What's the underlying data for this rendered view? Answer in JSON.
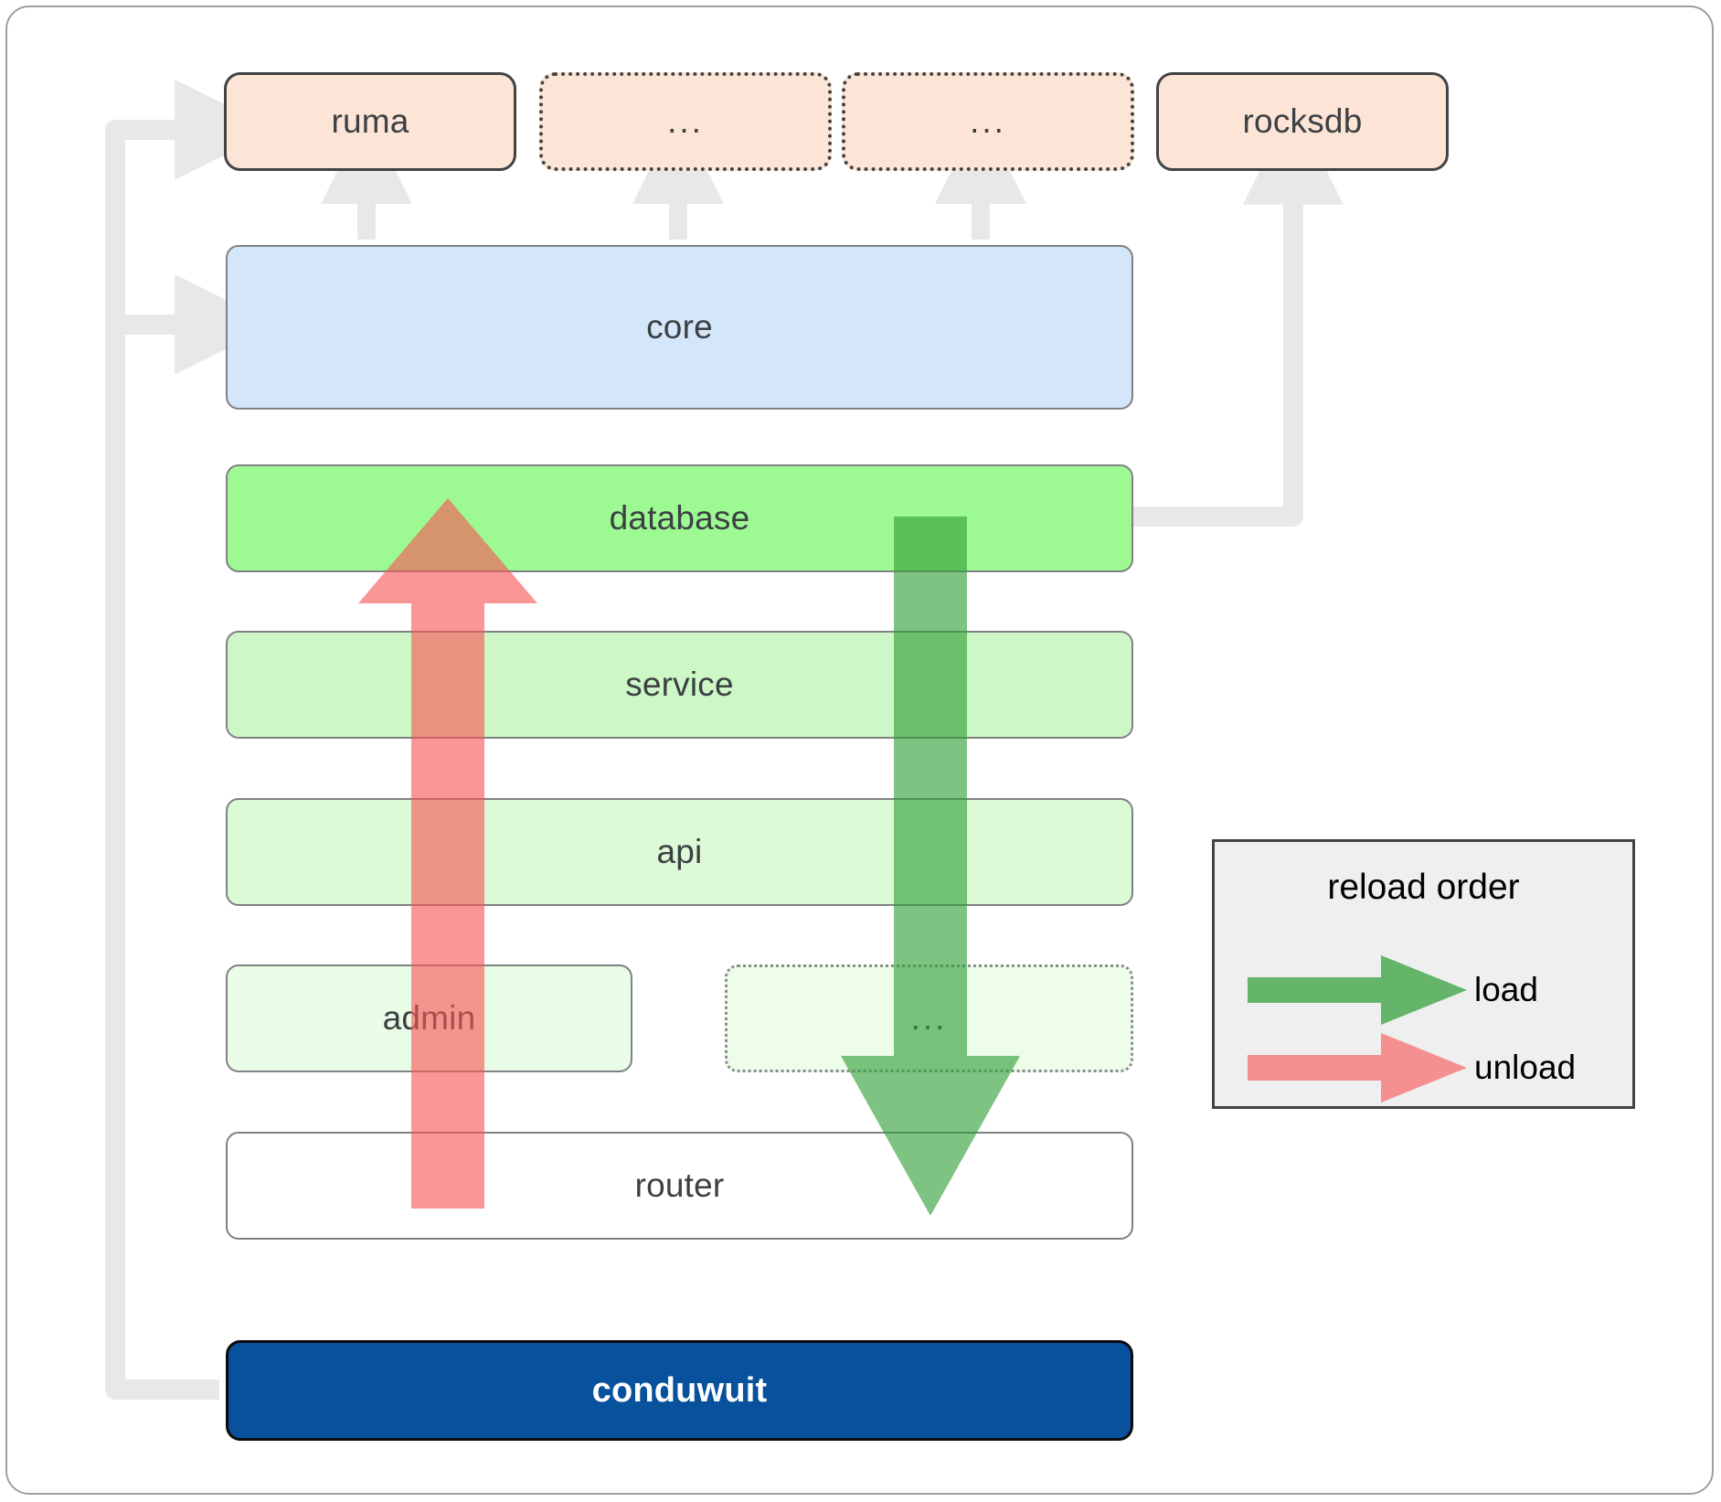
{
  "diagram": {
    "title": "conduwuit crate architecture / reload order",
    "type": "layered-architecture"
  },
  "dependencies": [
    {
      "id": "ruma",
      "label": "ruma",
      "style": "solid",
      "fill": "#fce5d6"
    },
    {
      "id": "dots-1",
      "label": "...",
      "style": "dotted",
      "fill": "#fce5d6"
    },
    {
      "id": "dots-2",
      "label": "...",
      "style": "dotted",
      "fill": "#fce5d6"
    },
    {
      "id": "rocksdb",
      "label": "rocksdb",
      "style": "solid",
      "fill": "#fce5d6"
    }
  ],
  "layers": [
    {
      "id": "core",
      "label": "core",
      "fill": "#d4e6fa",
      "style": "solid"
    },
    {
      "id": "database",
      "label": "database",
      "fill": "#9dfa92",
      "style": "solid"
    },
    {
      "id": "service",
      "label": "service",
      "fill": "#cdf7c6",
      "style": "solid"
    },
    {
      "id": "api",
      "label": "api",
      "fill": "#ddfad7",
      "style": "solid"
    },
    {
      "id": "admin",
      "label": "admin",
      "fill": "#e9fce5",
      "style": "solid"
    },
    {
      "id": "dots-3",
      "label": "...",
      "fill": "#edfdea",
      "style": "dotted"
    },
    {
      "id": "router",
      "label": "router",
      "fill": "#ffffff",
      "style": "solid"
    }
  ],
  "app": {
    "id": "conduwuit",
    "label": "conduwuit",
    "fill": "#08519c",
    "text_color": "#ffffff"
  },
  "legend": {
    "title": "reload order",
    "background": "#efefef",
    "items": [
      {
        "id": "load",
        "label": "load",
        "color": "#4caf50"
      },
      {
        "id": "unload",
        "label": "unload",
        "color": "#f98181"
      }
    ]
  },
  "arrows": {
    "load": {
      "direction": "down",
      "color": "#4caf50",
      "from": "database",
      "to": "router"
    },
    "unload": {
      "direction": "up",
      "color": "#f98181",
      "from": "router",
      "to": "database"
    },
    "dependency_color": "#e8e8e8"
  }
}
